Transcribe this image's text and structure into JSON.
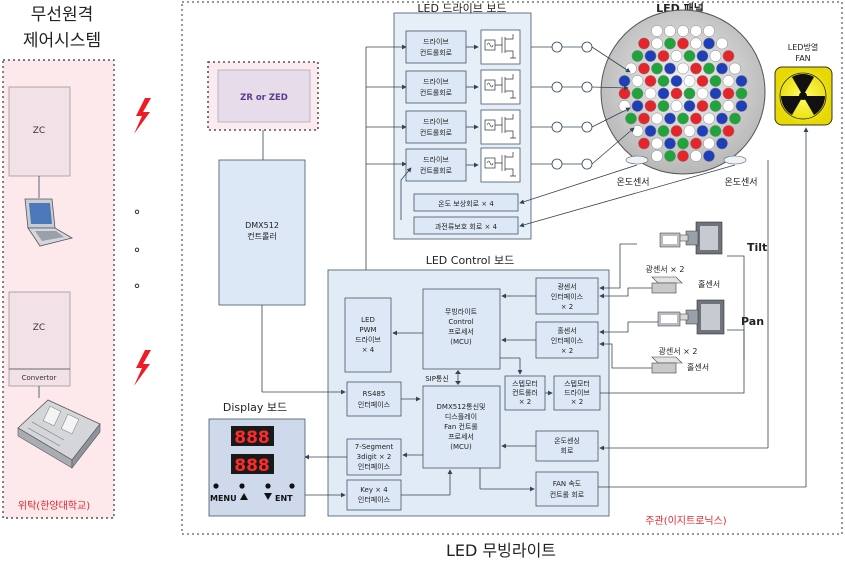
{
  "left": {
    "title_line1": "무선원격",
    "title_line2": "제어시스템",
    "zc_top": "ZC",
    "zc_bottom": "ZC",
    "convertor": "Convertor",
    "footer": "위탁(한양대학교)"
  },
  "zr": {
    "label": "ZR or ZED"
  },
  "dmx_ctrl": {
    "line1": "DMX512",
    "line2": "컨트롤러"
  },
  "drive_board": {
    "title": "LED 드라이브 보드",
    "drivers": [
      {
        "line1": "드라이브",
        "line2": "컨트롤회로"
      },
      {
        "line1": "드라이브",
        "line2": "컨트롤회로"
      },
      {
        "line1": "드라이브",
        "line2": "컨트롤회로"
      },
      {
        "line1": "드라이브",
        "line2": "컨트롤회로"
      }
    ],
    "temp_comp": "온도 보상회로 × 4",
    "overcurrent": "과전류보호 회로 × 4"
  },
  "panel": {
    "title": "LED 패널",
    "temp_sensor_left": "온도센서",
    "temp_sensor_right": "온도센서",
    "led_colors": {
      "red": "#e5242b",
      "green": "#1fa33a",
      "blue": "#1f3fb8",
      "white": "#ffffff"
    }
  },
  "fan": {
    "line1": "LED방열",
    "line2": "FAN"
  },
  "control_board": {
    "title": "LED Control 보드",
    "led_pwm": {
      "line1": "LED",
      "line2": "PWM",
      "line3": "드라이브",
      "line4": "× 4"
    },
    "mcu1": {
      "line1": "무빙라이트",
      "line2": "Control",
      "line3": "프로세서",
      "line4": "(MCU)"
    },
    "light_if": {
      "line1": "광센서",
      "line2": "인터페이스",
      "line3": "× 2"
    },
    "hall_if": {
      "line1": "홀센서",
      "line2": "인터페이스",
      "line3": "× 2"
    },
    "sip": "SIP통신",
    "rs485": {
      "line1": "RS485",
      "line2": "인터페이스"
    },
    "mcu2": {
      "line1": "DMX512통신및",
      "line2": "디스플레이",
      "line3": "Fan 컨트롤",
      "line4": "프로세서",
      "line5": "(MCU)"
    },
    "step_ctrl": {
      "line1": "스텝모터",
      "line2": "컨트롤러",
      "line3": "× 2"
    },
    "step_drv": {
      "line1": "스텝모터",
      "line2": "드라이브",
      "line3": "× 2"
    },
    "seg7": {
      "line1": "7-Segment",
      "line2": "3digit × 2",
      "line3": "인터페이스"
    },
    "temp_sense": {
      "line1": "온도센싱",
      "line2": "회로"
    },
    "key": {
      "line1": "Key × 4",
      "line2": "인터페이스"
    },
    "fan_ctrl": {
      "line1": "FAN 속도",
      "line2": "컨트롤 회로"
    },
    "footer": "주관(이지트로닉스)"
  },
  "motors": {
    "tilt": "Tilt",
    "pan": "Pan",
    "light_sensor_1": "광센서 × 2",
    "hall_sensor_1": "홀센서",
    "light_sensor_2": "광센서 × 2",
    "hall_sensor_2": "홀센서"
  },
  "display": {
    "title": "Display 보드",
    "digits1": "888",
    "digits2": "888",
    "menu": "MENU",
    "ent": "ENT"
  },
  "footer_title": "LED 무빙라이트"
}
